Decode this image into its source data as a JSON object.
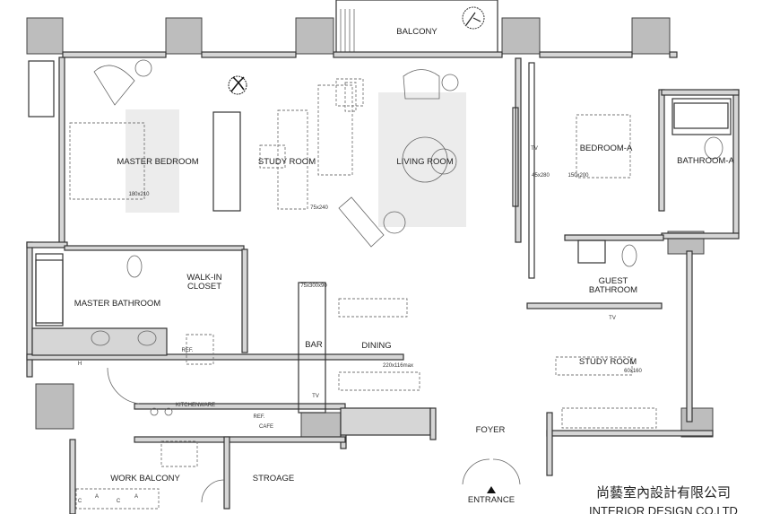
{
  "rooms": {
    "balcony": "BALCONY",
    "master_bedroom": "MASTER BEDROOM",
    "study_room_1": "STUDY ROOM",
    "living_room": "LIVING ROOM",
    "bedroom_a": "BEDROOM-A",
    "bathroom_a": "BATHROOM-A",
    "walk_in_closet_1": "WALK-IN",
    "walk_in_closet_2": "CLOSET",
    "master_bathroom": "MASTER BATHROOM",
    "guest_bathroom_1": "GUEST",
    "guest_bathroom_2": "BATHROOM",
    "bar": "BAR",
    "dining": "DINING",
    "study_room_2": "STUDY ROOM",
    "foyer": "FOYER",
    "work_balcony": "WORK BALCONY",
    "storage": "STROAGE",
    "entrance": "ENTRANCE"
  },
  "annotations": {
    "bed_master": "180x210",
    "desk_study": "75x240",
    "wardrobe_a": "45x280",
    "bed_a": "150x200",
    "bar_counter": "75x300x90",
    "dining_table": "220x116max",
    "desk_study_2": "60x160",
    "tv": "TV",
    "ref": "REF.",
    "cafe": "CAFE",
    "kitchenware": "KITCHENWARE",
    "h": "H",
    "cabinet_c": "C",
    "cabinet_a": "A"
  },
  "brand": {
    "chinese": "尚藝室內設計有限公司",
    "english": "INTERIOR DESIGN CO.LTD"
  }
}
